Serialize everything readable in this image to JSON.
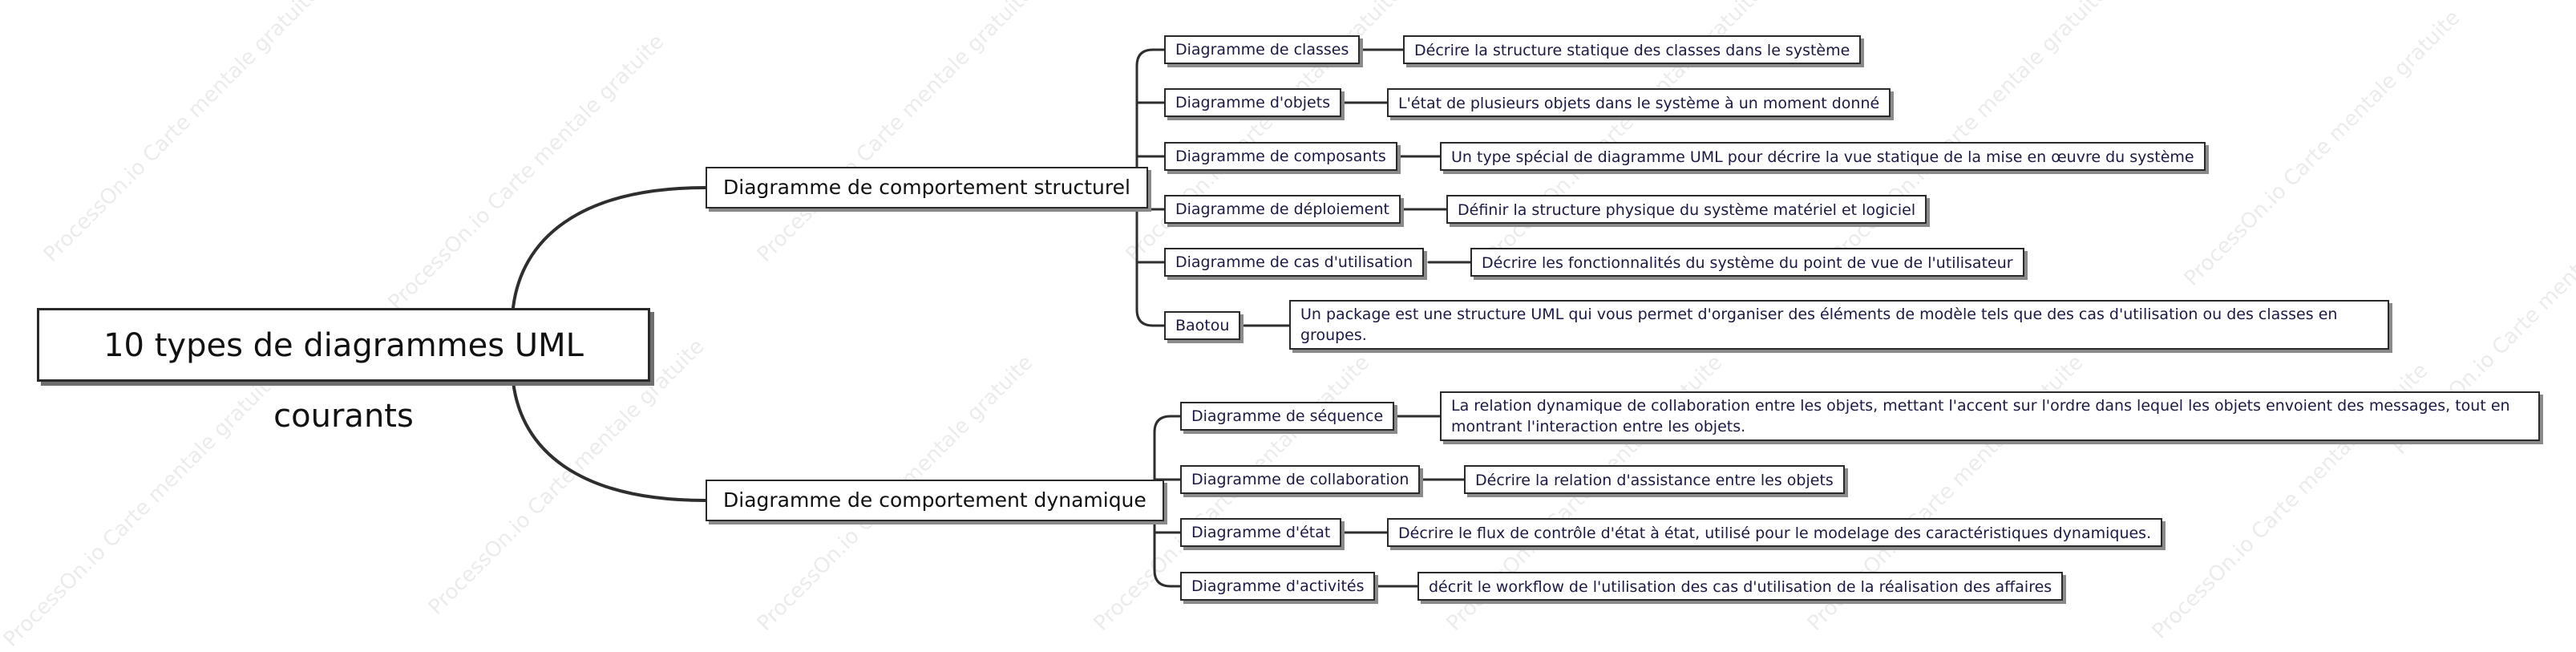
{
  "watermark_text": "ProcessOn.io Carte mentale gratuite",
  "root": {
    "label": "10 types de diagrammes UML courants"
  },
  "branches": [
    {
      "label": "Diagramme de comportement structurel",
      "children": [
        {
          "label": "Diagramme de classes",
          "description": "Décrire la structure statique des classes dans le système"
        },
        {
          "label": "Diagramme d'objets",
          "description": "L'état de plusieurs objets dans le système à un moment donné"
        },
        {
          "label": "Diagramme de composants",
          "description": "Un type spécial de diagramme UML pour décrire la vue statique de la mise en œuvre du système"
        },
        {
          "label": "Diagramme de déploiement",
          "description": "Définir la structure physique du système matériel et logiciel"
        },
        {
          "label": "Diagramme de cas d'utilisation",
          "description": "Décrire les fonctionnalités du système du point de vue de l'utilisateur"
        },
        {
          "label": "Baotou",
          "description": "Un package est une structure UML qui vous permet d'organiser des éléments de modèle tels que des cas d'utilisation ou des classes en groupes."
        }
      ]
    },
    {
      "label": "Diagramme de comportement dynamique",
      "children": [
        {
          "label": "Diagramme de séquence",
          "description": "La relation dynamique de collaboration entre les objets, mettant l'accent sur l'ordre dans lequel les objets envoient des messages, tout en montrant l'interaction entre les objets."
        },
        {
          "label": "Diagramme de collaboration",
          "description": "Décrire la relation d'assistance entre les objets"
        },
        {
          "label": "Diagramme d'état",
          "description": "Décrire le flux de contrôle d'état à état, utilisé pour le modelage des caractéristiques dynamiques."
        },
        {
          "label": "Diagramme d'activités",
          "description": "décrit le workflow de l'utilisation des cas d'utilisation de la réalisation des affaires"
        }
      ]
    }
  ]
}
